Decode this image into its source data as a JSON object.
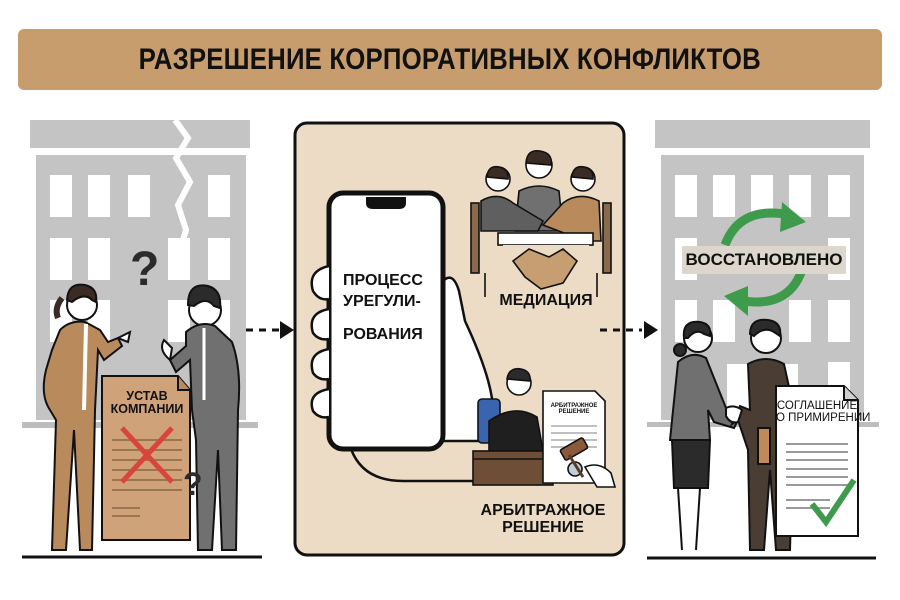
{
  "title": "РАЗРЕШЕНИЕ КОРПОРАТИВНЫХ КОНФЛИКТОВ",
  "colors": {
    "banner": "#c89d6e",
    "panel_bg": "#ecdcc6",
    "building": "#c4c4c4",
    "tan_suit": "#b98a5c",
    "grey_suit": "#707070",
    "dark_suit": "#4a3d33",
    "cross_red": "#d9453a",
    "check_green": "#3e9b4c",
    "cycle_green": "#3e9b4c",
    "outline": "#111111"
  },
  "left_panel": {
    "stage": "conflict",
    "document_title_line1": "УСТАВ",
    "document_title_line2": "КОМПАНИИ",
    "question_marks": [
      "?",
      "?"
    ],
    "document_status_icon": "red-cross"
  },
  "middle_panel": {
    "phone_text_line1": "ПРОЦЕСС",
    "phone_text_line2": "УРЕГУЛИ-",
    "phone_text_line3": "РОВАНИЯ",
    "mediation_label": "МЕДИАЦИЯ",
    "arbitration_doc_line1": "АРБИТРАЖНОЕ",
    "arbitration_doc_line2": "РЕШЕНИЕ",
    "arbitration_label_line1": "АРБИТРАЖНОЕ",
    "arbitration_label_line2": "РЕШЕНИЕ"
  },
  "right_panel": {
    "stage": "resolved",
    "restored_label": "ВОССТАНОВЛЕНО",
    "agreement_line1": "СОГЛАШЕНИЕ",
    "agreement_line2": "О ПРИМИРЕНИИ",
    "document_status_icon": "green-check"
  },
  "flow_arrows": [
    {
      "from": "left_panel",
      "to": "middle_panel",
      "style": "dashed"
    },
    {
      "from": "middle_panel",
      "to": "right_panel",
      "style": "dashed"
    }
  ]
}
